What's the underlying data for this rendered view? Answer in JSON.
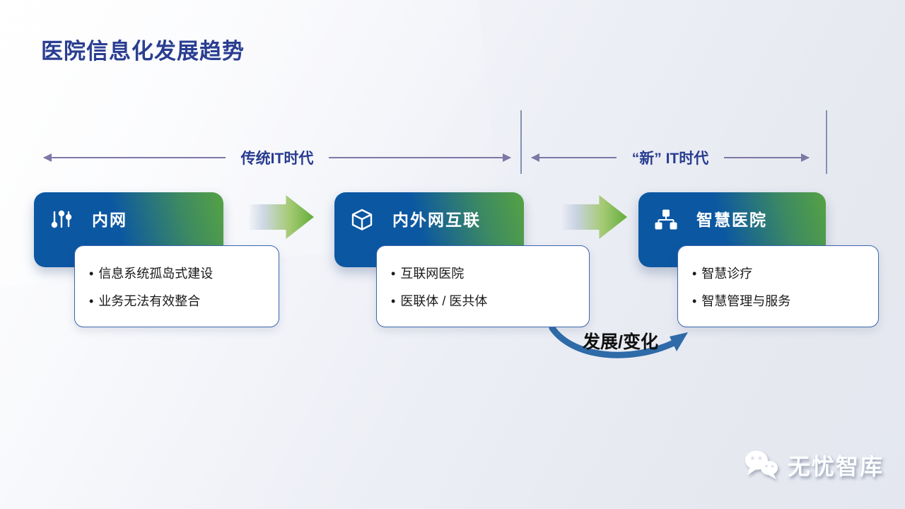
{
  "slide": {
    "title": "医院信息化发展趋势",
    "bullet_char": "•",
    "eras": [
      {
        "label": "传统IT时代"
      },
      {
        "label": "“新” IT时代"
      }
    ],
    "stages": [
      {
        "label": "内网",
        "icon": "sliders-icon",
        "bullets": [
          "信息系统孤岛式建设",
          "业务无法有效整合"
        ]
      },
      {
        "label": "内外网互联",
        "icon": "cube-icon",
        "bullets": [
          "互联网医院",
          "医联体 / 医共体"
        ]
      },
      {
        "label": "智慧医院",
        "icon": "orgchart-icon",
        "bullets": [
          "智慧诊疗",
          "智慧管理与服务"
        ]
      }
    ],
    "transition_label": "发展/变化",
    "watermark": "无忧智库",
    "colors": {
      "title_navy": "#2a3e91",
      "header_blue": "#0b57a2",
      "header_green": "#55a244",
      "flow_arrow_green": "#63ad3c",
      "era_arrow_purple": "#7d78a6",
      "divider_blue_gray": "#6b83a9",
      "card_border": "#3a68ad",
      "swoosh_blue": "#2e6ba8"
    }
  }
}
